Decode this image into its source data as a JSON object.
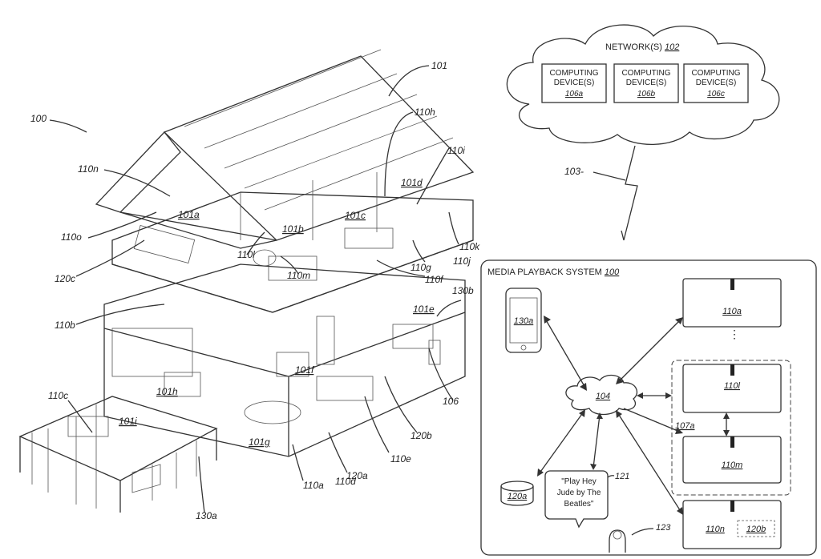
{
  "house": {
    "system_ref": "100",
    "roof_ref": "101",
    "rooms": {
      "a": "101a",
      "b": "101b",
      "c": "101c",
      "d": "101d",
      "e": "101e",
      "f": "101f",
      "g": "101g",
      "h": "101h",
      "i": "101i"
    },
    "devices": {
      "a": "110a",
      "b": "110b",
      "c": "110c",
      "d": "110d",
      "e": "110e",
      "f": "110f",
      "g": "110g",
      "h": "110h",
      "i": "110i",
      "j": "110j",
      "k": "110k",
      "l": "110l",
      "m": "110m",
      "n": "110n",
      "o": "110o"
    },
    "controllers": {
      "a": "130a",
      "b": "130b"
    },
    "nmds": {
      "a": "120a",
      "b": "120b",
      "c": "120c"
    },
    "computer": "106"
  },
  "network": {
    "title": "NETWORK(S)",
    "ref": "102",
    "devices": [
      {
        "line1": "COMPUTING",
        "line2": "DEVICE(S)",
        "ref": "106a"
      },
      {
        "line1": "COMPUTING",
        "line2": "DEVICE(S)",
        "ref": "106b"
      },
      {
        "line1": "COMPUTING",
        "line2": "DEVICE(S)",
        "ref": "106c"
      }
    ],
    "link_ref": "103-"
  },
  "mps": {
    "title": "MEDIA PLAYBACK SYSTEM",
    "ref": "100",
    "hub": "104",
    "controller": "130a",
    "nmd": "120a",
    "group": "107a",
    "players": {
      "a": "110a",
      "l": "110l",
      "m": "110m",
      "n": "110n"
    },
    "nmd_in_player": "120b",
    "speech_ref": "121",
    "user_ref": "123",
    "speech": {
      "line1": "\"Play Hey",
      "line2": "Jude by The",
      "line3": "Beatles\""
    }
  }
}
